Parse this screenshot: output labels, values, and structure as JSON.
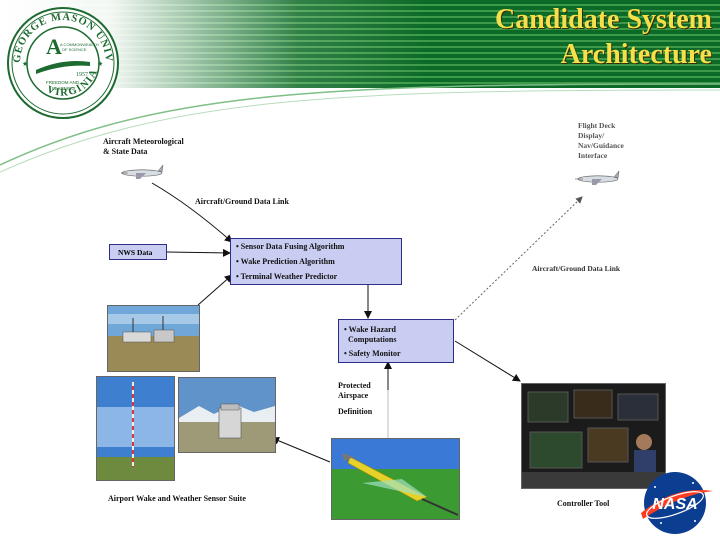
{
  "header": {
    "title_line1": "Candidate System",
    "title_line2": "Architecture"
  },
  "seal": {
    "ring_text_top": "GEORGE MASON UNIVERSITY",
    "ring_text_bottom": "VIRGINIA",
    "inner_line1": "A COMMONWEALTH",
    "inner_line2": "OF SCIENCE",
    "year": "1957",
    "motto1": "FREEDOM AND",
    "motto2": "LEARNING"
  },
  "labels": {
    "aircraft_met": "Aircraft Meteorological\n& State Data",
    "ag_link_left": "Aircraft/Ground Data Link",
    "flight_deck": "Flight Deck\nDisplay/\nNav/Guidance\nInterface",
    "ag_link_right": "Aircraft/Ground Data Link",
    "nws": "NWS Data",
    "protected": "Protected\nAirspace",
    "definition": "Definition",
    "sensor_suite": "Airport Wake and Weather Sensor Suite",
    "controller_tool": "Controller Tool",
    "nasa": "NASA"
  },
  "main_box": {
    "items": [
      "• Sensor Data Fusing Algorithm",
      "• Wake Prediction Algorithm",
      "• Terminal Weather Predictor"
    ]
  },
  "hazard_box": {
    "items": [
      "• Wake Hazard",
      "  Computations",
      "• Safety Monitor"
    ]
  },
  "colors": {
    "header_green": "#0b6a26",
    "title_yellow": "#f4e04a",
    "box_fill": "#c9cdf2",
    "box_border": "#2e2e8a"
  }
}
